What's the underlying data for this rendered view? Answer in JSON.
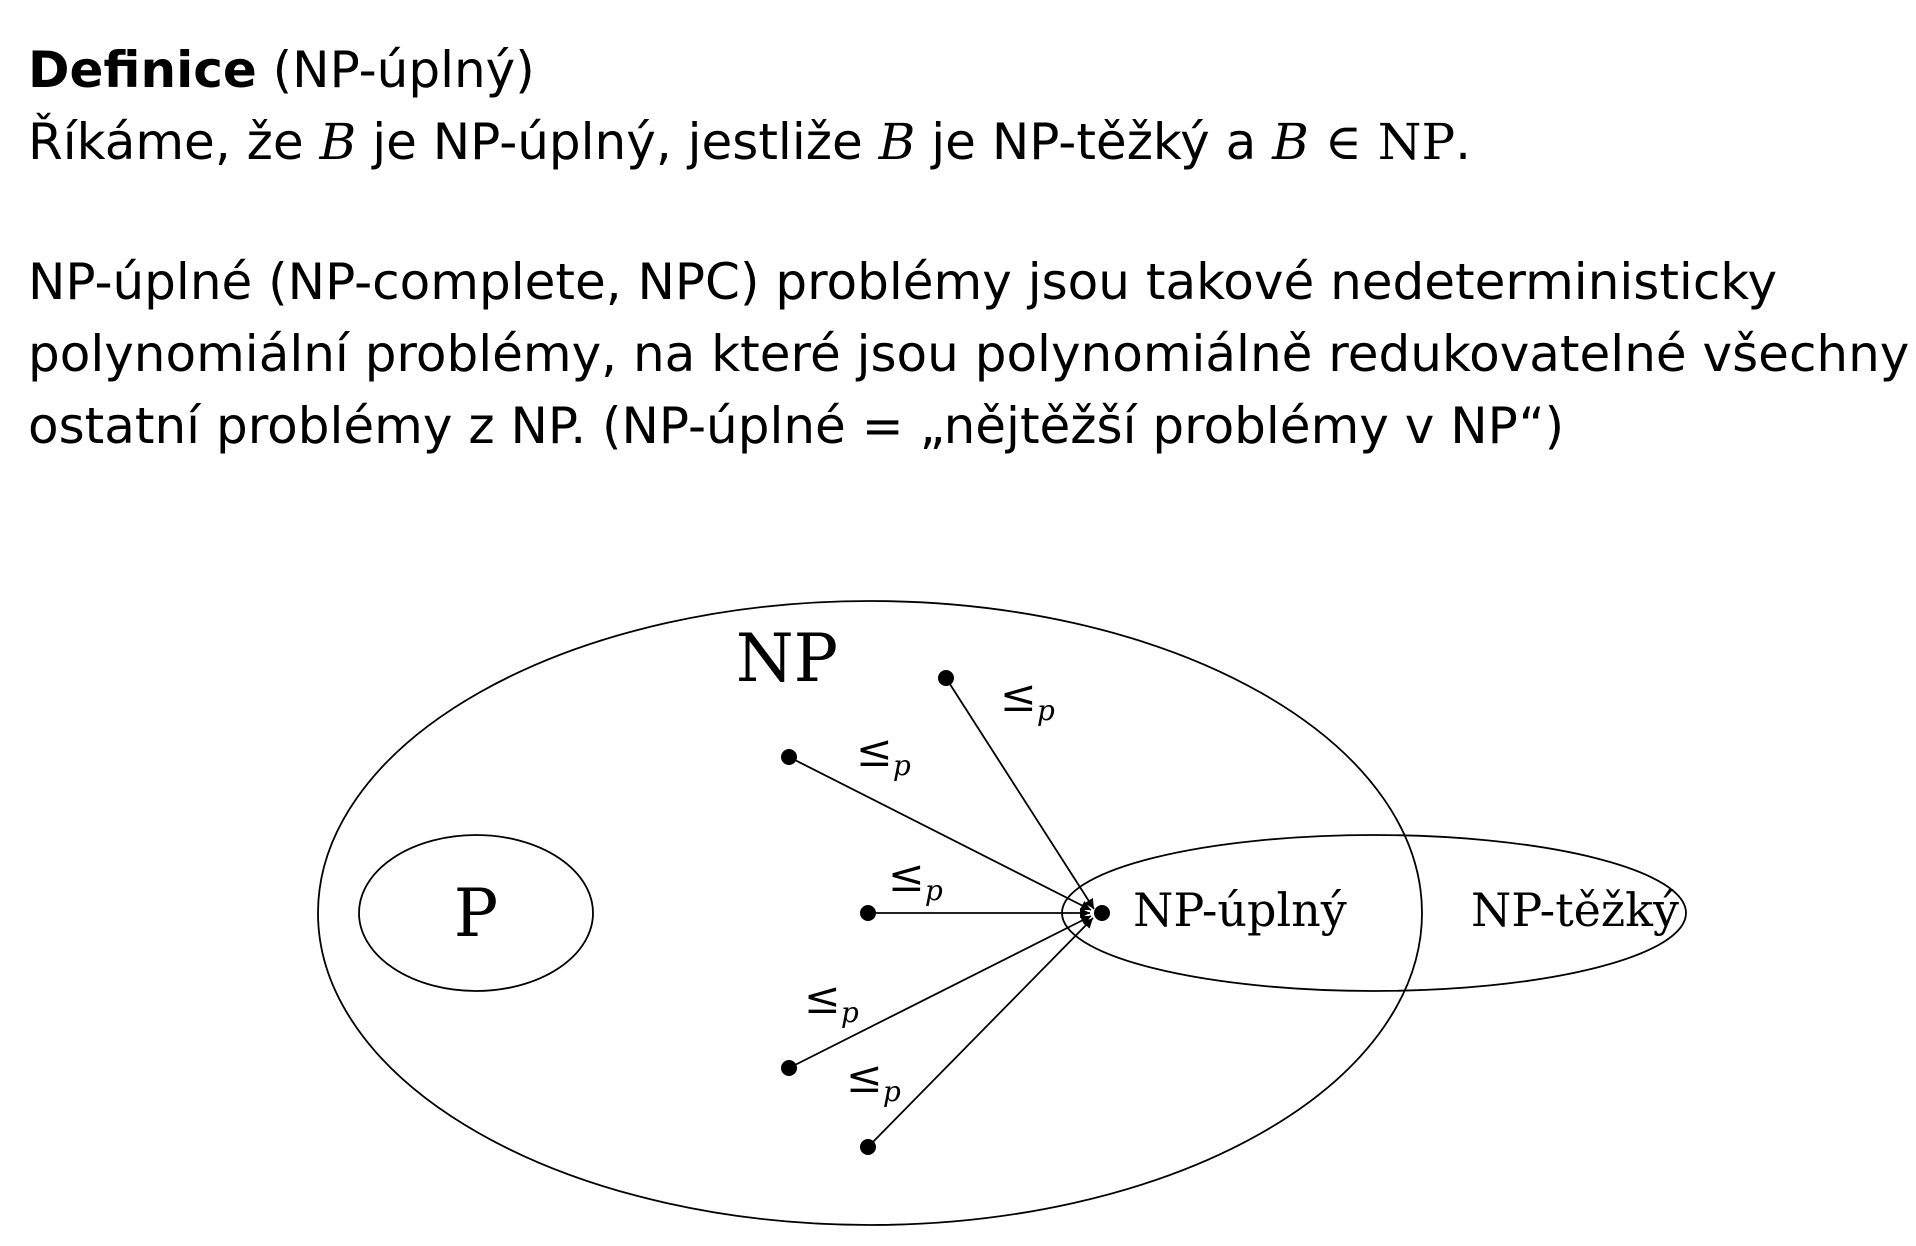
{
  "definition": {
    "heading": "Definice",
    "heading_paren": "(NP-úplný)",
    "sentence": {
      "part1": "Říkáme, že",
      "var_b1": "B",
      "part2": "je NP-úplný, jestliže",
      "var_b2": "B",
      "part3": "je NP-těžký a",
      "var_b3": "B",
      "elem_symbol": "∈",
      "np_math": "NP",
      "period": "."
    }
  },
  "explanation": {
    "line1": "NP-úplné (NP-complete, NPC) problémy jsou takové nedeterministicky",
    "line2": "polynomiální problémy, na které jsou polynomiálně redukovatelné všechny",
    "line3": "ostatní problémy z NP. (NP-úplné = „nějtěžší problémy v NP“)"
  },
  "diagram": {
    "labels": {
      "np": "NP",
      "p": "P",
      "np_complete": "NP-úplný",
      "np_hard": "NP-těžký"
    },
    "reduction_symbol": "≤",
    "reduction_subscript": "p",
    "reduction_count": 5
  }
}
